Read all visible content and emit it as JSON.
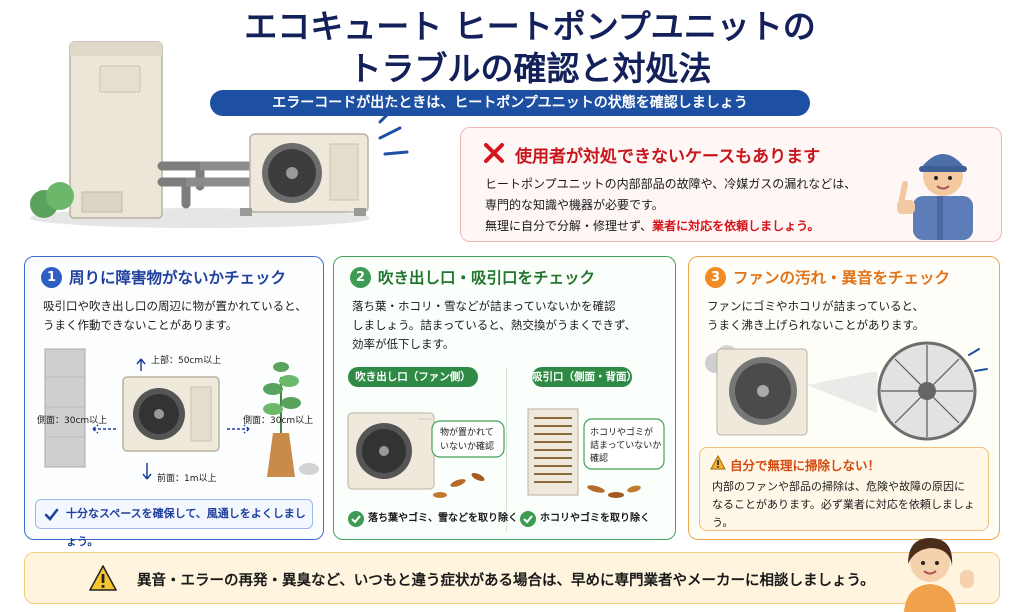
{
  "title_line1": "エコキュート ヒートポンプユニットの",
  "title_line2": "トラブルの確認と対処法",
  "subtitle": "エラーコードが出たときは、ヒートポンプユニットの状態を確認しましょう",
  "warning": {
    "heading": "使用者が対処できないケースもあります",
    "line1": "ヒートポンプユニットの内部部品の故障や、冷媒ガスの漏れなどは、",
    "line2": "専門的な知識や機器が必要です。",
    "line3": "無理に自分で分解・修理せず、",
    "line3_red": "業者に対応を依頼しましょう。"
  },
  "card1": {
    "num": "1",
    "title": "周りに障害物がないかチェック",
    "line1": "吸引口や吹き出し口の周辺に物が置かれていると、",
    "line2": "うまく作動できないことがあります。",
    "top_label": "上部：50cm以上",
    "left_label": "側面：30cm以上",
    "right_label": "側面：30cm以上",
    "front_label": "前面：1m以上",
    "tip": "十分なスペースを確保して、風通しをよくしましょう。"
  },
  "card2": {
    "num": "2",
    "title": "吹き出し口・吸引口をチェック",
    "line1": "落ち葉・ホコリ・雪などが詰まっていないかを確認",
    "line2": "しましょう。詰まっていると、熱交換がうまくできず、",
    "line3": "効率が低下します。",
    "pillA": "吹き出し口（ファン側）",
    "pillB": "吸引口（側面・背面）",
    "bubbleA_1": "物が置かれて",
    "bubbleA_2": "いないか確認",
    "bubbleB_1": "ホコリやゴミが",
    "bubbleB_2": "詰まっていないか",
    "bubbleB_3": "確認",
    "checkA": "落ち葉やゴミ、雪などを取り除く",
    "checkB": "ホコリやゴミを取り除く"
  },
  "card3": {
    "num": "3",
    "title": "ファンの汚れ・異音をチェック",
    "line1": "ファンにゴミやホコリが詰まっていると、",
    "line2": "うまく沸き上げられないことがあります。",
    "notice_head": "自分で無理に掃除しない！",
    "notice_line1": "内部のファンや部品の掃除は、危険や故障の原因に",
    "notice_line2": "なることがあります。必ず業者に対応を依頼しましょう。"
  },
  "banner": "異音・エラーの再発・異臭など、いつもと違う症状がある場合は、早めに専門業者やメーカーに相談しましょう。",
  "colors": {
    "navy": "#14205a",
    "blue": "#1d4fa3",
    "red": "#c8161d",
    "green": "#3d9b53",
    "orange": "#ef8d24"
  }
}
